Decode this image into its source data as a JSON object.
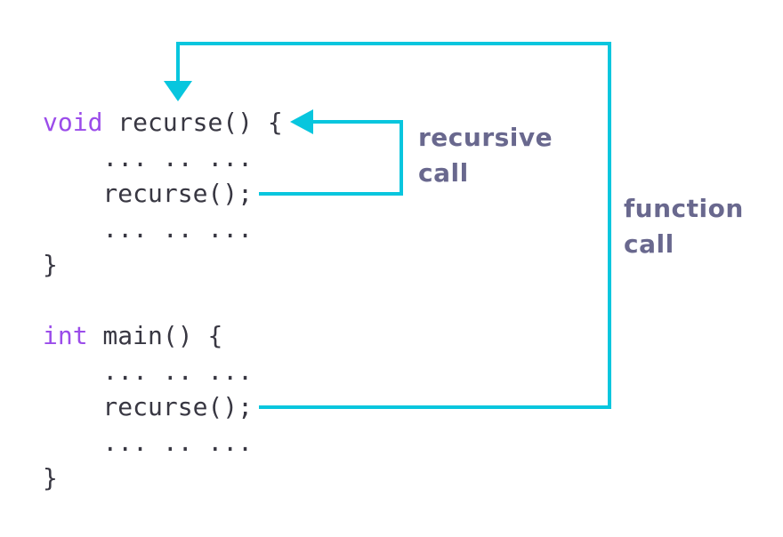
{
  "colors": {
    "background": "#ffffff",
    "accent": "#08c6de",
    "keyword": "#9b4cea",
    "codeText": "#383742",
    "labelText": "#69688e"
  },
  "code": {
    "lines": [
      {
        "keyword": "void",
        "rest": " recurse() {"
      },
      {
        "keyword": "",
        "rest": "    ... .. ..."
      },
      {
        "keyword": "",
        "rest": "    recurse();"
      },
      {
        "keyword": "",
        "rest": "    ... .. ..."
      },
      {
        "keyword": "",
        "rest": "}"
      },
      {
        "keyword": "",
        "rest": ""
      },
      {
        "keyword": "int",
        "rest": " main() {"
      },
      {
        "keyword": "",
        "rest": "    ... .. ..."
      },
      {
        "keyword": "",
        "rest": "    recurse();"
      },
      {
        "keyword": "",
        "rest": "    ... .. ..."
      },
      {
        "keyword": "",
        "rest": "}"
      }
    ]
  },
  "annotations": {
    "recursive_call": "recursive call",
    "function_call": "function call"
  }
}
